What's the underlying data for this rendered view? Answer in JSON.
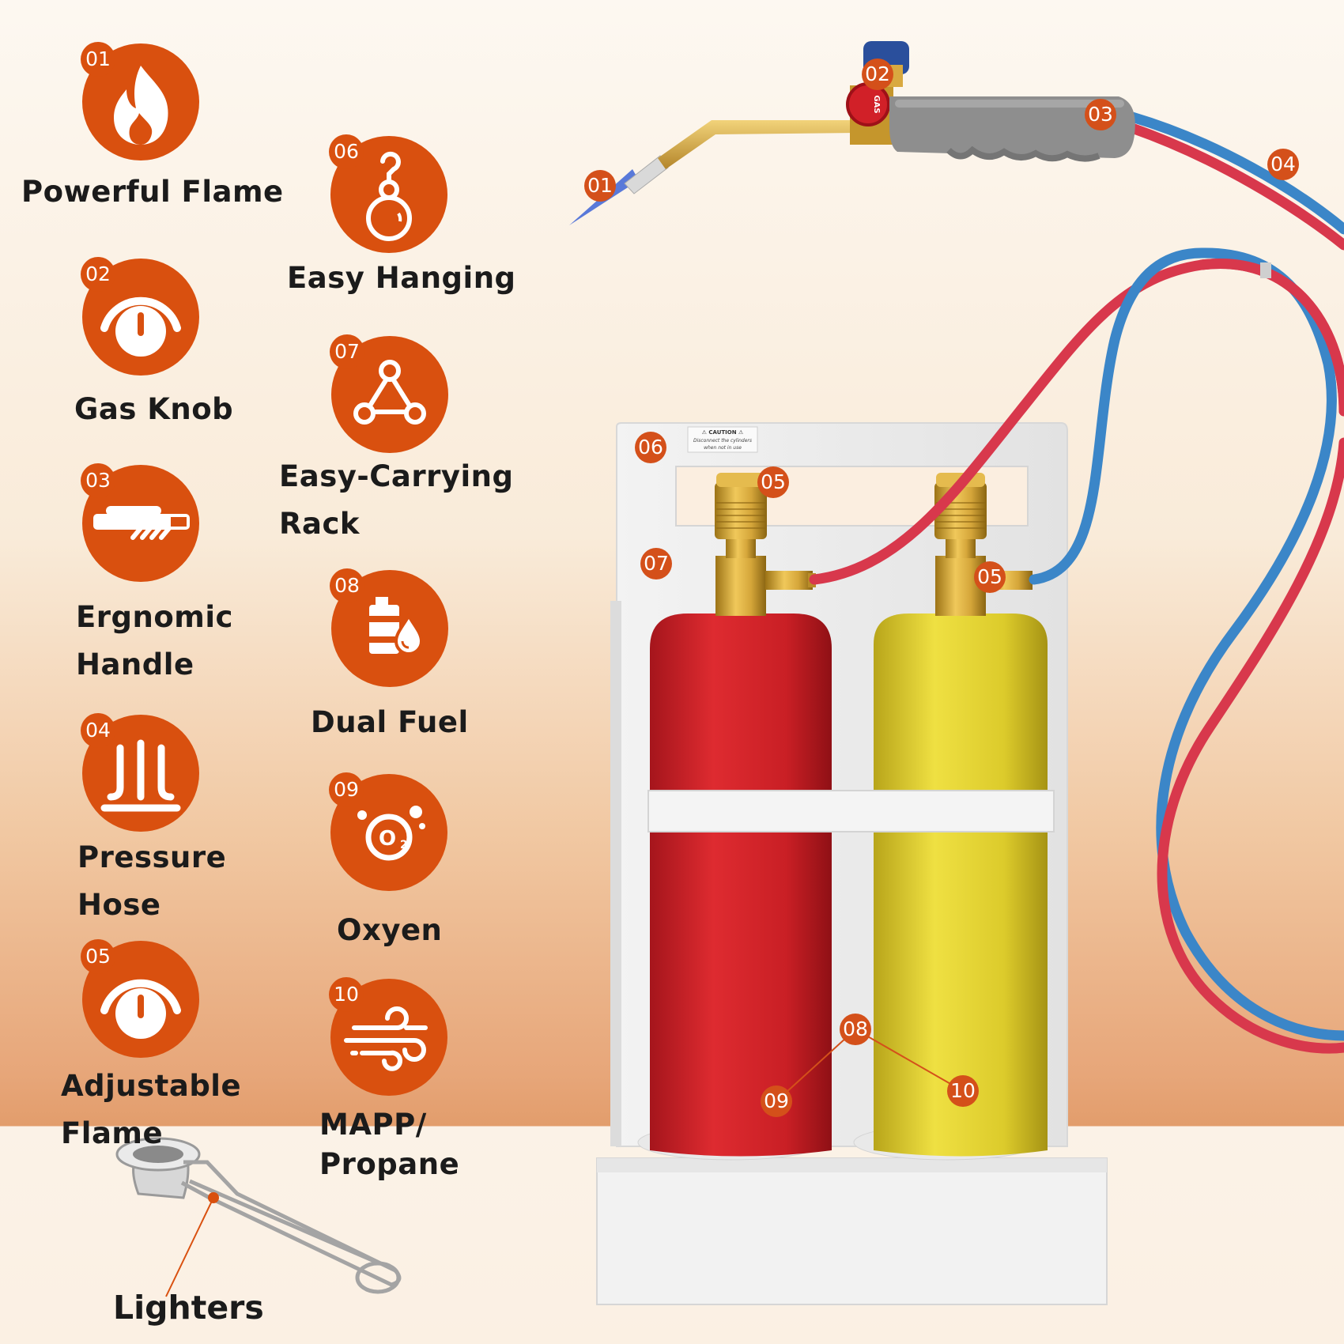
{
  "features": [
    {
      "num": "01",
      "label": "Powerful Flame",
      "icon": "flame-icon"
    },
    {
      "num": "02",
      "label": "Gas Knob",
      "icon": "gauge-knob-icon"
    },
    {
      "num": "03",
      "label": "Ergnomic\nHandle",
      "icon": "handle-icon"
    },
    {
      "num": "04",
      "label": "Pressure\nHose",
      "icon": "pressure-icon"
    },
    {
      "num": "05",
      "label": "Adjustable\nFlame",
      "icon": "gauge-knob-icon"
    },
    {
      "num": "06",
      "label": "Easy Hanging",
      "icon": "hook-icon"
    },
    {
      "num": "07",
      "label": "Easy-Carrying\nRack",
      "icon": "triangle-nodes-icon"
    },
    {
      "num": "08",
      "label": "Dual Fuel",
      "icon": "fuel-tank-icon"
    },
    {
      "num": "09",
      "label": "Oxyen",
      "icon": "oxygen-icon"
    },
    {
      "num": "10",
      "label": "MAPP/\nPropane",
      "icon": "wind-icon"
    }
  ],
  "callouts": [
    "01",
    "02",
    "03",
    "04",
    "05",
    "05",
    "06",
    "07",
    "08",
    "09",
    "10"
  ],
  "caution": {
    "title": "⚠ CAUTION ⚠",
    "line1": "Disconnect the cylinders",
    "line2": "when not in use"
  },
  "valve_label": "GAS",
  "lighter_label": "Lighters",
  "colors": {
    "accent": "#d9500f",
    "oxygen_tank": "#d7262b",
    "mapp_tank": "#e6d530",
    "red_hose": "#d8384c",
    "blue_hose": "#3b86c8",
    "brass": "#c99a2a"
  }
}
